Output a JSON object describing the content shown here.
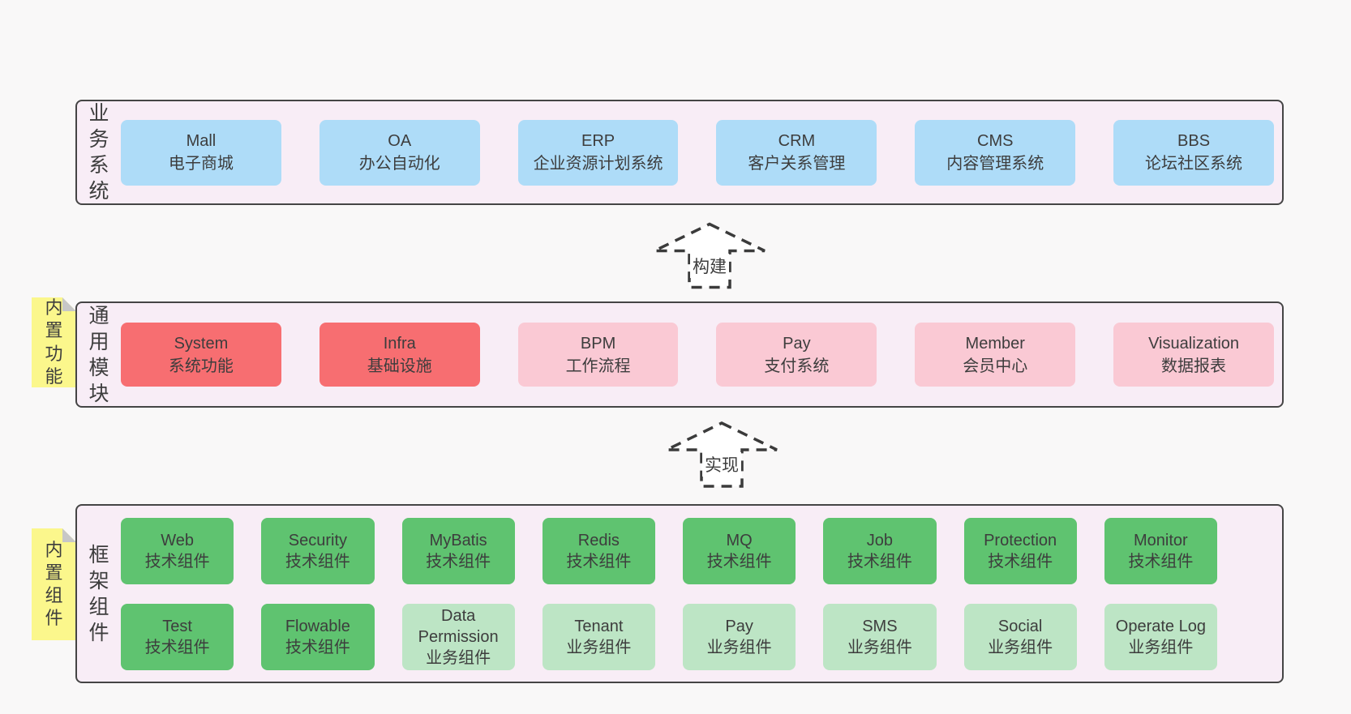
{
  "colors": {
    "page_bg": "#f9f8f8",
    "layer_bg": "#f8edf6",
    "layer_border": "#454545",
    "sticky_bg": "#fbf78c",
    "sticky_fold": "#c7c7c7",
    "text": "#3d3d3d",
    "arrow": "#3b3b3b",
    "blue": "#aedcf8",
    "red": "#f76e71",
    "pink": "#fac9d4",
    "green": "#5fc370",
    "lightgreen": "#bde5c5"
  },
  "arrows": [
    {
      "label": "构建"
    },
    {
      "label": "实现"
    }
  ],
  "layers": [
    {
      "label_vertical": "业务系统",
      "boxes": [
        {
          "title": "Mall",
          "subtitle": "电子商城",
          "variant": "blue"
        },
        {
          "title": "OA",
          "subtitle": "办公自动化",
          "variant": "blue"
        },
        {
          "title": "ERP",
          "subtitle": "企业资源计划系统",
          "variant": "blue"
        },
        {
          "title": "CRM",
          "subtitle": "客户关系管理",
          "variant": "blue"
        },
        {
          "title": "CMS",
          "subtitle": "内容管理系统",
          "variant": "blue"
        },
        {
          "title": "BBS",
          "subtitle": "论坛社区系统",
          "variant": "blue"
        }
      ]
    },
    {
      "label_vertical": "通用模块",
      "sticky_note": "内置功能",
      "boxes": [
        {
          "title": "System",
          "subtitle": "系统功能",
          "variant": "red"
        },
        {
          "title": "Infra",
          "subtitle": "基础设施",
          "variant": "red"
        },
        {
          "title": "BPM",
          "subtitle": "工作流程",
          "variant": "pink"
        },
        {
          "title": "Pay",
          "subtitle": "支付系统",
          "variant": "pink"
        },
        {
          "title": "Member",
          "subtitle": "会员中心",
          "variant": "pink"
        },
        {
          "title": "Visualization",
          "subtitle": "数据报表",
          "variant": "pink"
        }
      ]
    },
    {
      "label_vertical": "框架组件",
      "sticky_note": "内置组件",
      "rows": [
        [
          {
            "title": "Web",
            "subtitle": "技术组件",
            "variant": "green"
          },
          {
            "title": "Security",
            "subtitle": "技术组件",
            "variant": "green"
          },
          {
            "title": "MyBatis",
            "subtitle": "技术组件",
            "variant": "green"
          },
          {
            "title": "Redis",
            "subtitle": "技术组件",
            "variant": "green"
          },
          {
            "title": "MQ",
            "subtitle": "技术组件",
            "variant": "green"
          },
          {
            "title": "Job",
            "subtitle": "技术组件",
            "variant": "green"
          },
          {
            "title": "Protection",
            "subtitle": "技术组件",
            "variant": "green"
          },
          {
            "title": "Monitor",
            "subtitle": "技术组件",
            "variant": "green"
          }
        ],
        [
          {
            "title": "Test",
            "subtitle": "技术组件",
            "variant": "green"
          },
          {
            "title": "Flowable",
            "subtitle": "技术组件",
            "variant": "green"
          },
          {
            "title": "Data Permission",
            "subtitle": "业务组件",
            "variant": "lightgreen"
          },
          {
            "title": "Tenant",
            "subtitle": "业务组件",
            "variant": "lightgreen"
          },
          {
            "title": "Pay",
            "subtitle": "业务组件",
            "variant": "lightgreen"
          },
          {
            "title": "SMS",
            "subtitle": "业务组件",
            "variant": "lightgreen"
          },
          {
            "title": "Social",
            "subtitle": "业务组件",
            "variant": "lightgreen"
          },
          {
            "title": "Operate Log",
            "subtitle": "业务组件",
            "variant": "lightgreen"
          }
        ]
      ]
    }
  ]
}
